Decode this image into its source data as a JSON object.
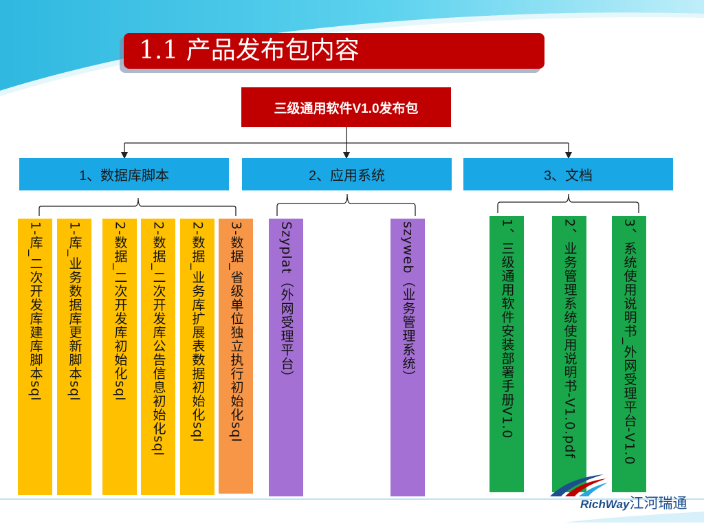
{
  "slide": {
    "title": "1.1  产品发布包内容",
    "root": "三级通用软件V1.0发布包",
    "categories": [
      "1、数据库脚本",
      "2、应用系统",
      "3、文档"
    ],
    "db_items": [
      "1-库_二次开发库建库脚本sql",
      "1-库_业务数据库更新脚本sql",
      "2-数据_二次开发库初始化sql",
      "2-数据_二次开发库公告信息初始化sql",
      "2-数据_业务库扩展表数据初始化sql",
      "3-数据_省级单位独立执行初始化sql"
    ],
    "app_items": [
      "Szyplat（外网受理平台）",
      "szyweb（业务管理系统）"
    ],
    "doc_items": [
      "1、三级通用软件安装部署手册V1.0",
      "2、业务管理系统使用说明书-V1.0.pdf",
      "3、系统使用说明书_外网受理平台-V1.0"
    ]
  },
  "logo": {
    "latin": "RichWay",
    "chinese": "江河瑞通"
  },
  "colors": {
    "title_red": "#c00000",
    "category_blue": "#1aa7e6",
    "db_yellow": "#ffc000",
    "db_orange": "#f79646",
    "app_purple": "#a570d3",
    "doc_green": "#1aa64b",
    "banner_cyan": "#29c6e8"
  }
}
